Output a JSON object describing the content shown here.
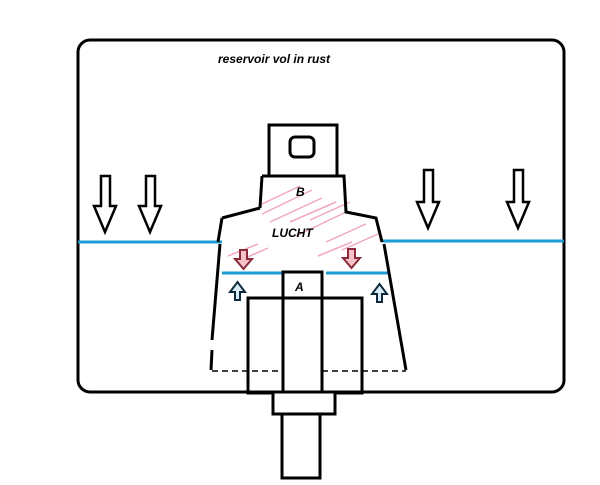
{
  "title": "reservoir vol in rust",
  "labels": {
    "b": "B",
    "air": "LUCHT",
    "a": "A"
  },
  "colors": {
    "outline": "#000000",
    "water_line": "#1e9bd7",
    "hatch": "#f2a6c0",
    "pink_arrow_fill": "#f6c2c8",
    "pink_arrow_stroke": "#8a2a3a",
    "blue_arrow_fill": "#d9ecf7",
    "blue_arrow_stroke": "#0d2a3a"
  }
}
